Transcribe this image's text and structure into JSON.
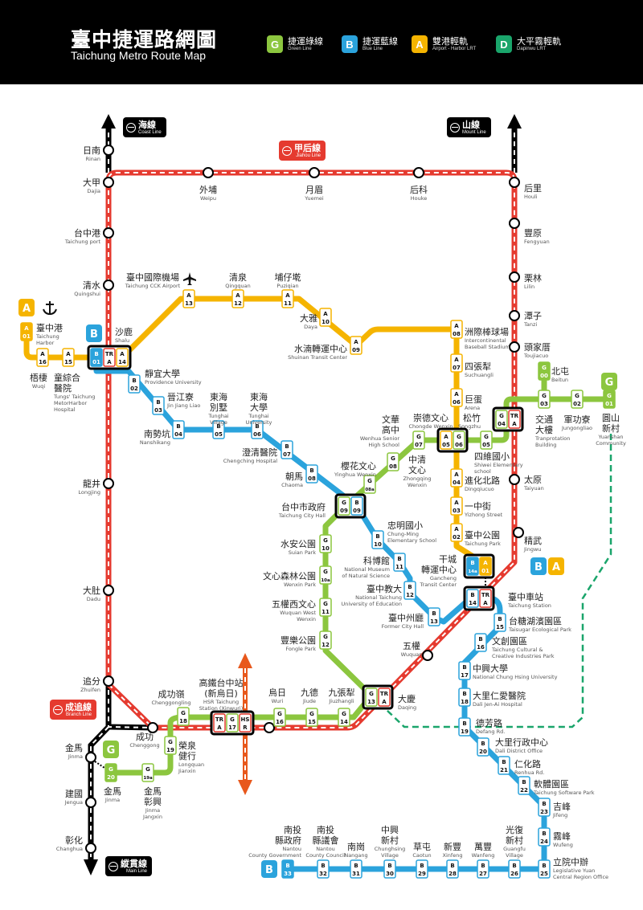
{
  "header": {
    "title": "臺中捷運路網圖",
    "subtitle": "Taichung Metro Route Map",
    "legend": [
      {
        "code": "G",
        "zh": "捷運綠線",
        "en": "Green Line",
        "color": "#8cc63f"
      },
      {
        "code": "B",
        "zh": "捷運藍線",
        "en": "Blue Line",
        "color": "#2ba3dc"
      },
      {
        "code": "A",
        "zh": "雙港輕軌",
        "en": "Airport - Harbor LRT",
        "color": "#f5b400"
      },
      {
        "code": "D",
        "zh": "大平霧輕軌",
        "en": "Dapinwu LRT",
        "color": "#1aa56b"
      }
    ]
  },
  "colors": {
    "rail": "#e53a2f",
    "green": "#8cc63f",
    "blue": "#2ba3dc",
    "yellow": "#f5b400",
    "dapinwu": "#1aa56b",
    "hsr": "#e8581c",
    "black": "#000000"
  },
  "rail_lines": {
    "coast": {
      "zh": "海線",
      "en": "Coast Line"
    },
    "mount": {
      "zh": "山線",
      "en": "Mount Line"
    },
    "jiahou": {
      "zh": "甲后線",
      "en": "Jiahou Line"
    },
    "branch": {
      "zh": "成追線",
      "en": "Branch Line"
    },
    "main": {
      "zh": "縱貫線",
      "en": "Main Line"
    }
  },
  "route_badges": [
    "A",
    "B",
    "G",
    "G",
    "B",
    "B",
    "A"
  ],
  "icons": [
    "airplane-icon",
    "anchor-icon",
    "railway-icon"
  ],
  "stations": [
    {
      "zh": "日南",
      "en": "Rinan"
    },
    {
      "zh": "大甲",
      "en": "Dajia"
    },
    {
      "zh": "台中港",
      "en": "Taichung port"
    },
    {
      "zh": "清水",
      "en": "Quingshui"
    },
    {
      "zh": "沙鹿",
      "en": "Shalu"
    },
    {
      "zh": "龍井",
      "en": "Longjing"
    },
    {
      "zh": "大肚",
      "en": "Dadu"
    },
    {
      "zh": "追分",
      "en": "Zhuifen"
    },
    {
      "zh": "成功",
      "en": "Chenggong"
    },
    {
      "zh": "金馬",
      "en": "Jinma"
    },
    {
      "zh": "建國",
      "en": "Jengua"
    },
    {
      "zh": "彰化",
      "en": "Changhua"
    },
    {
      "zh": "外埔",
      "en": "Weipu"
    },
    {
      "zh": "月眉",
      "en": "Yuemei"
    },
    {
      "zh": "后科",
      "en": "Houke"
    },
    {
      "zh": "后里",
      "en": "Houli"
    },
    {
      "zh": "豐原",
      "en": "Fengyuan"
    },
    {
      "zh": "栗林",
      "en": "Lilin"
    },
    {
      "zh": "潭子",
      "en": "Tanzi"
    },
    {
      "zh": "頭家厝",
      "en": "Toujiacuo"
    },
    {
      "zh": "太原",
      "en": "Taiyuan"
    },
    {
      "zh": "精武",
      "en": "Jingwu"
    },
    {
      "zh": "臺中車站",
      "en": "Taichung Station"
    },
    {
      "zh": "五權",
      "en": "Wuquan"
    },
    {
      "zh": "大慶",
      "en": "Daqing"
    },
    {
      "zh": [
        "高鐵台中站",
        "(新烏日)"
      ],
      "en": [
        "HSR Taichung",
        "Station (Xinwuri)"
      ]
    },
    {
      "zh": "烏日",
      "en": "Wuri"
    },
    {
      "zh": "九德",
      "en": "Jiude"
    },
    {
      "zh": "九張犁",
      "en": "Jiuzhangli"
    },
    {
      "zh": "臺中港",
      "en": [
        "Taichung",
        "Harbor"
      ]
    },
    {
      "zh": "梧棲",
      "en": "Wuqi"
    },
    {
      "zh": [
        "童綜合",
        "醫院"
      ],
      "en": [
        "Tungs' Taichung",
        "MetorHarbor",
        "Hospital"
      ]
    },
    {
      "zh": "臺中國際機場",
      "en": "Taichung CCK Airport"
    },
    {
      "zh": "清泉",
      "en": "Qingquan"
    },
    {
      "zh": "埔仔墘",
      "en": "Puziqian"
    },
    {
      "zh": "大雅",
      "en": "Daya"
    },
    {
      "zh": "水湳轉運中心",
      "en": "Shuinan Transit Center"
    },
    {
      "zh": "洲際棒球場",
      "en": [
        "Intercontinental",
        "Baseball Stadium"
      ]
    },
    {
      "zh": "四張犁",
      "en": "Suchuangli"
    },
    {
      "zh": "巨蛋",
      "en": "Arena"
    },
    {
      "zh": "進化北路",
      "en": "Dingqiucuo"
    },
    {
      "zh": "一中街",
      "en": "Yizhong Street"
    },
    {
      "zh": "臺中公園",
      "en": "Taichung Park"
    },
    {
      "zh": [
        "干城",
        "轉運中心"
      ],
      "en": [
        "Gancheng",
        "Transit Center"
      ]
    },
    {
      "zh": "北屯",
      "en": "Beitun"
    },
    {
      "zh": [
        "圓山",
        "新村"
      ],
      "en": [
        "Yuanshan",
        "Community"
      ]
    },
    {
      "zh": "軍功寮",
      "en": "Jungongliao"
    },
    {
      "zh": [
        "交通",
        "大樓"
      ],
      "en": [
        "Tranprotation",
        "Building"
      ]
    },
    {
      "zh": "松竹",
      "en": "Songzhu"
    },
    {
      "zh": "四維國小",
      "en": [
        "Shiwei Elementary",
        "school"
      ]
    },
    {
      "zh": "崇德文心",
      "en": "Chongde Wenxin"
    },
    {
      "zh": [
        "文華",
        "高中"
      ],
      "en": [
        "Wenhua Senior",
        "High School"
      ]
    },
    {
      "zh": [
        "中清",
        "文心"
      ],
      "en": [
        "Zhongqing",
        "Wenxin"
      ]
    },
    {
      "zh": "櫻花文心",
      "en": "Yinghua Wenxin"
    },
    {
      "zh": "台中市政府",
      "en": "Taichung City Hall"
    },
    {
      "zh": "水安公園",
      "en": "Suian Park"
    },
    {
      "zh": "文心森林公園",
      "en": "Wenxin Park"
    },
    {
      "zh": "五權西文心",
      "en": [
        "Wuquan West",
        "Wenxin"
      ]
    },
    {
      "zh": "豐樂公園",
      "en": "Fongle Park"
    },
    {
      "zh": "成功嶺",
      "en": "Chenggongling"
    },
    {
      "zh": [
        "榮泉",
        "健行"
      ],
      "en": [
        "Longquan",
        "Jianxin"
      ]
    },
    {
      "zh": "金馬",
      "en": "Jinma"
    },
    {
      "zh": [
        "金馬",
        "彰興"
      ],
      "en": [
        "Jinma",
        "Jangxin"
      ]
    },
    {
      "zh": "靜宜大學",
      "en": "Providence University"
    },
    {
      "zh": "晉江寮",
      "en": "Jin Jiang Liao"
    },
    {
      "zh": "南勢坑",
      "en": "Nanshikang"
    },
    {
      "zh": [
        "東海",
        "別墅"
      ],
      "en": [
        "Tunghai",
        "Village"
      ]
    },
    {
      "zh": [
        "東海",
        "大學"
      ],
      "en": [
        "Tunghai",
        "University"
      ]
    },
    {
      "zh": "澄清醫院",
      "en": "Chengching Hospital"
    },
    {
      "zh": "朝馬",
      "en": "Chaoma"
    },
    {
      "zh": "忠明國小",
      "en": [
        "Chung-Ming",
        "Elementary School"
      ]
    },
    {
      "zh": "科博館",
      "en": [
        "National Museum",
        "of Natural Science"
      ]
    },
    {
      "zh": "臺中教大",
      "en": [
        "National Taichung",
        "University of Education"
      ]
    },
    {
      "zh": "臺中州廳",
      "en": "Former City Hall"
    },
    {
      "zh": "台糖湖濱園區",
      "en": "Taisugar Ecological Park"
    },
    {
      "zh": "文創園區",
      "en": [
        "Taichung Cultural &",
        "Creative Industries Park"
      ]
    },
    {
      "zh": "中興大學",
      "en": "National Chung Hsing University"
    },
    {
      "zh": "大里仁愛醫院",
      "en": "Dali Jen-Ai Hospital"
    },
    {
      "zh": "德芳路",
      "en": "Defang Rd."
    },
    {
      "zh": "大里行政中心",
      "en": "Dali District Office"
    },
    {
      "zh": "仁化路",
      "en": "Renhua Rd."
    },
    {
      "zh": "軟體園區",
      "en": "Taichung Software Park"
    },
    {
      "zh": "吉峰",
      "en": "Jifeng"
    },
    {
      "zh": "霧峰",
      "en": "Wufeng"
    },
    {
      "zh": "立院中辦",
      "en": [
        "Legislative Yuan",
        "Central Region Office"
      ]
    },
    {
      "zh": [
        "光復",
        "新村"
      ],
      "en": [
        "Guangfu",
        "Village"
      ]
    },
    {
      "zh": "萬豐",
      "en": "Wanfeng"
    },
    {
      "zh": "新豐",
      "en": "Xinfeng"
    },
    {
      "zh": "草屯",
      "en": "Caotun"
    },
    {
      "zh": [
        "中興",
        "新村"
      ],
      "en": [
        "Chunghsing",
        "Village"
      ]
    },
    {
      "zh": "南崗",
      "en": "Nangang"
    },
    {
      "zh": [
        "南投",
        "縣議會"
      ],
      "en": [
        "Nantou",
        "County Council"
      ]
    },
    {
      "zh": [
        "南投",
        "縣政府"
      ],
      "en": [
        "Nantou",
        "County Government"
      ]
    }
  ],
  "codes": [
    {
      "l": "A",
      "n": "01"
    },
    {
      "l": "A",
      "n": "16"
    },
    {
      "l": "A",
      "n": "15"
    },
    {
      "l": "A",
      "n": "14"
    },
    {
      "l": "A",
      "n": "13"
    },
    {
      "l": "A",
      "n": "12"
    },
    {
      "l": "A",
      "n": "11"
    },
    {
      "l": "A",
      "n": "10"
    },
    {
      "l": "A",
      "n": "09"
    },
    {
      "l": "A",
      "n": "08"
    },
    {
      "l": "A",
      "n": "07"
    },
    {
      "l": "A",
      "n": "06"
    },
    {
      "l": "A",
      "n": "05"
    },
    {
      "l": "A",
      "n": "04"
    },
    {
      "l": "A",
      "n": "03"
    },
    {
      "l": "A",
      "n": "02"
    },
    {
      "l": "A",
      "n": "01"
    },
    {
      "l": "B",
      "n": "01"
    },
    {
      "l": "B",
      "n": "02"
    },
    {
      "l": "B",
      "n": "03"
    },
    {
      "l": "B",
      "n": "04"
    },
    {
      "l": "B",
      "n": "05"
    },
    {
      "l": "B",
      "n": "06"
    },
    {
      "l": "B",
      "n": "07"
    },
    {
      "l": "B",
      "n": "08"
    },
    {
      "l": "B",
      "n": "09"
    },
    {
      "l": "B",
      "n": "10"
    },
    {
      "l": "B",
      "n": "11"
    },
    {
      "l": "B",
      "n": "12"
    },
    {
      "l": "B",
      "n": "13"
    },
    {
      "l": "B",
      "n": "14"
    },
    {
      "l": "B",
      "n": "14a"
    },
    {
      "l": "B",
      "n": "15"
    },
    {
      "l": "B",
      "n": "16"
    },
    {
      "l": "B",
      "n": "17"
    },
    {
      "l": "B",
      "n": "18"
    },
    {
      "l": "B",
      "n": "19"
    },
    {
      "l": "B",
      "n": "20"
    },
    {
      "l": "B",
      "n": "21"
    },
    {
      "l": "B",
      "n": "22"
    },
    {
      "l": "B",
      "n": "23"
    },
    {
      "l": "B",
      "n": "24"
    },
    {
      "l": "B",
      "n": "25"
    },
    {
      "l": "B",
      "n": "26"
    },
    {
      "l": "B",
      "n": "27"
    },
    {
      "l": "B",
      "n": "28"
    },
    {
      "l": "B",
      "n": "29"
    },
    {
      "l": "B",
      "n": "30"
    },
    {
      "l": "B",
      "n": "31"
    },
    {
      "l": "B",
      "n": "32"
    },
    {
      "l": "B",
      "n": "33"
    },
    {
      "l": "G",
      "n": "00"
    },
    {
      "l": "G",
      "n": "01"
    },
    {
      "l": "G",
      "n": "02"
    },
    {
      "l": "G",
      "n": "03"
    },
    {
      "l": "G",
      "n": "04"
    },
    {
      "l": "G",
      "n": "05"
    },
    {
      "l": "G",
      "n": "06"
    },
    {
      "l": "G",
      "n": "07"
    },
    {
      "l": "G",
      "n": "08"
    },
    {
      "l": "G",
      "n": "08a"
    },
    {
      "l": "G",
      "n": "09"
    },
    {
      "l": "G",
      "n": "10"
    },
    {
      "l": "G",
      "n": "10a"
    },
    {
      "l": "G",
      "n": "11"
    },
    {
      "l": "G",
      "n": "12"
    },
    {
      "l": "G",
      "n": "13"
    },
    {
      "l": "G",
      "n": "14"
    },
    {
      "l": "G",
      "n": "15"
    },
    {
      "l": "G",
      "n": "16"
    },
    {
      "l": "G",
      "n": "17"
    },
    {
      "l": "G",
      "n": "18"
    },
    {
      "l": "G",
      "n": "19"
    },
    {
      "l": "G",
      "n": "19a"
    },
    {
      "l": "G",
      "n": "20"
    },
    {
      "l": "TR",
      "n": "A"
    },
    {
      "l": "TR",
      "n": "A"
    },
    {
      "l": "TR",
      "n": "A"
    },
    {
      "l": "TR",
      "n": "A"
    },
    {
      "l": "TR",
      "n": "A"
    },
    {
      "l": "HS",
      "n": "R"
    }
  ]
}
